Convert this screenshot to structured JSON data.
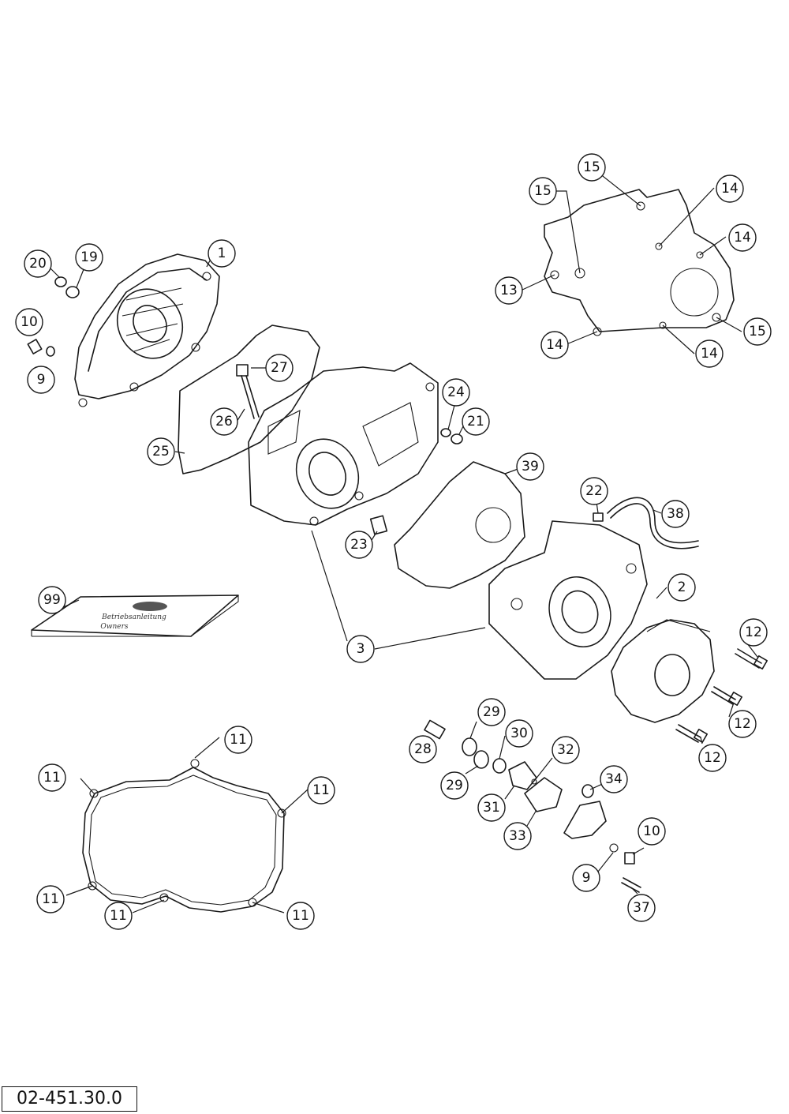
{
  "reference_code": "02-451.30.0",
  "callouts": [
    "1",
    "2",
    "3",
    "9",
    "9",
    "10",
    "10",
    "11",
    "11",
    "11",
    "11",
    "11",
    "11",
    "12",
    "12",
    "12",
    "13",
    "14",
    "14",
    "14",
    "14",
    "15",
    "15",
    "15",
    "19",
    "20",
    "21",
    "22",
    "23",
    "24",
    "25",
    "26",
    "27",
    "28",
    "29",
    "29",
    "30",
    "31",
    "32",
    "33",
    "34",
    "37",
    "38",
    "39",
    "99"
  ],
  "manual_graphic": {
    "title_line": "Betriebsanleitung",
    "sub_line": "Owners"
  }
}
